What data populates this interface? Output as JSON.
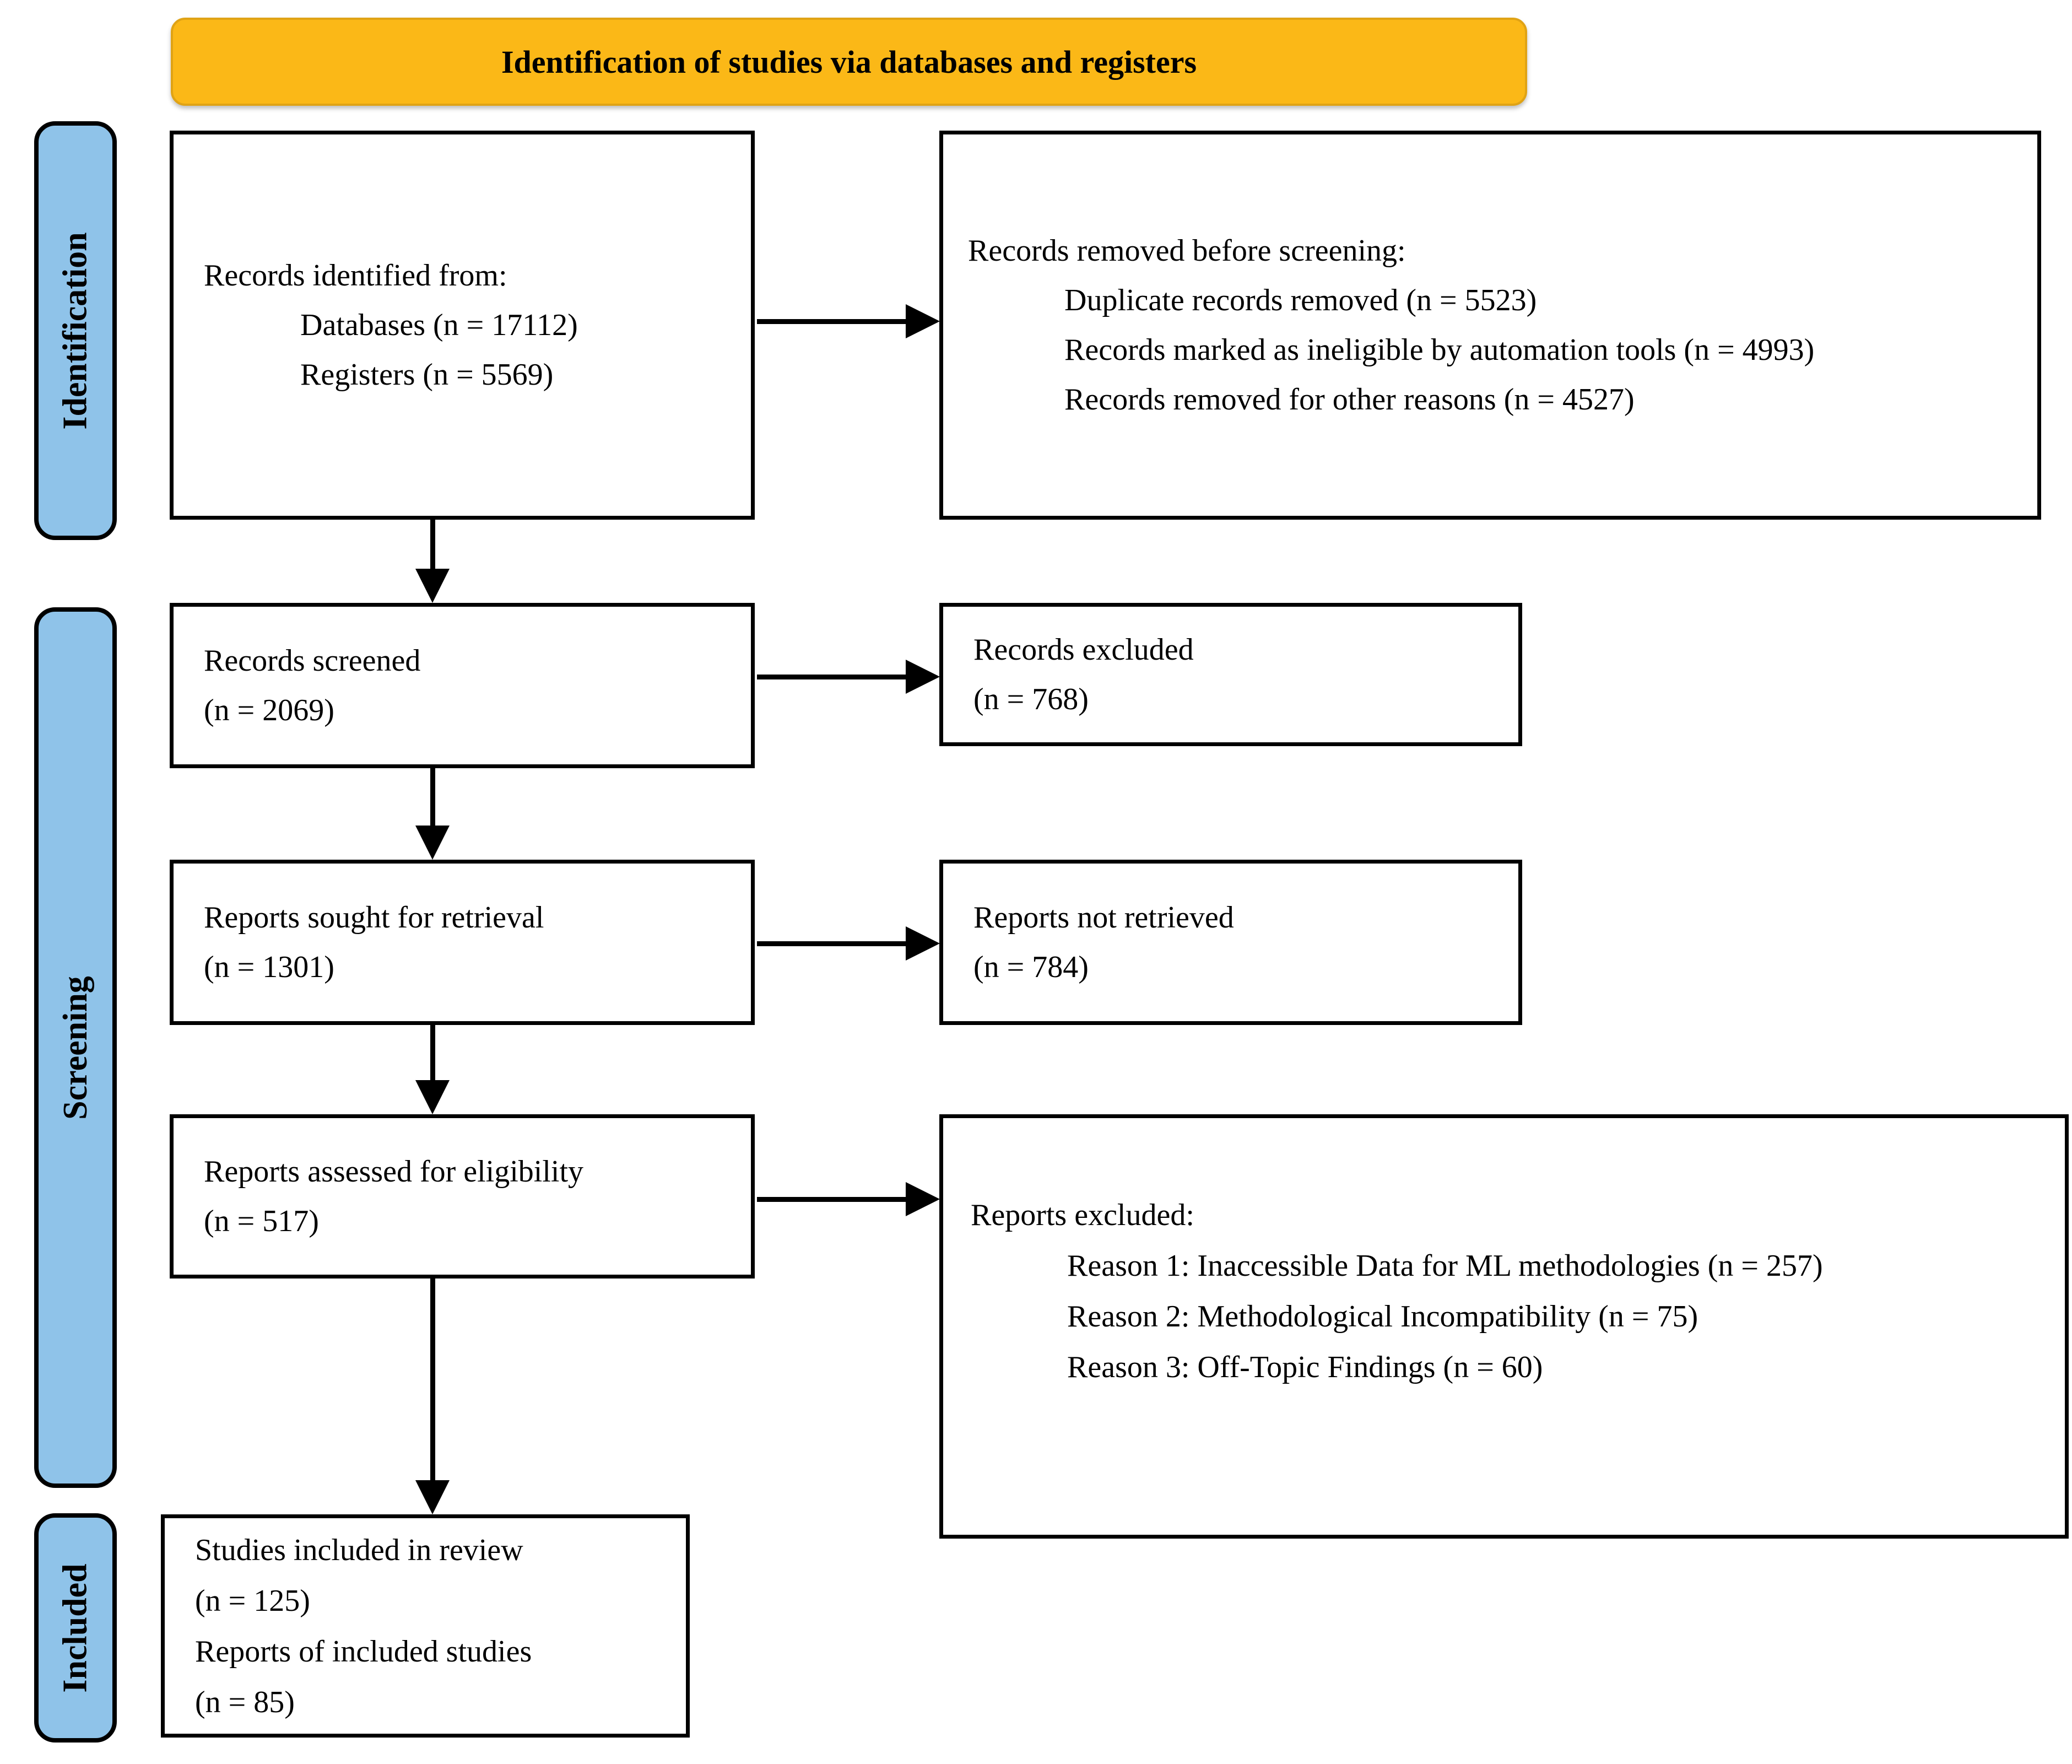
{
  "title_banner": "Identification of studies via databases and registers",
  "stages": {
    "identification": "Identification",
    "screening": "Screening",
    "included": "Included"
  },
  "boxes": {
    "records_identified": {
      "intro": "Records identified from:",
      "items": [
        "Databases (n = 17112)",
        "Registers (n = 5569)"
      ]
    },
    "records_removed": {
      "intro": "Records removed before screening:",
      "items": [
        "Duplicate records removed (n = 5523)",
        "Records marked as ineligible by automation tools (n = 4993)",
        "Records removed for other reasons (n = 4527)"
      ]
    },
    "records_screened": {
      "lines": [
        "Records screened",
        "(n = 2069)"
      ]
    },
    "records_excluded": {
      "lines": [
        "Records excluded",
        "(n = 768)"
      ]
    },
    "reports_sought": {
      "lines": [
        "Reports sought for retrieval",
        "(n = 1301)"
      ]
    },
    "reports_not_retrieved": {
      "lines": [
        "Reports not retrieved",
        "(n = 784)"
      ]
    },
    "reports_assessed": {
      "lines": [
        "Reports assessed for eligibility",
        "(n = 517)"
      ]
    },
    "reports_excluded": {
      "intro": "Reports excluded:",
      "items": [
        "Reason 1: Inaccessible Data for ML methodologies (n = 257)",
        "Reason 2: Methodological Incompatibility (n = 75)",
        "Reason 3: Off-Topic Findings (n = 60)"
      ]
    },
    "studies_included": {
      "lines": [
        "Studies included in review",
        "(n = 125)",
        "Reports of included studies",
        "(n = 85)"
      ]
    }
  },
  "colors": {
    "banner_bg": "#FBB817",
    "banner_border": "#E0A315",
    "stage_bg": "#8FC3E9",
    "box_border": "#000000",
    "text": "#000000",
    "background": "#FFFFFF"
  }
}
